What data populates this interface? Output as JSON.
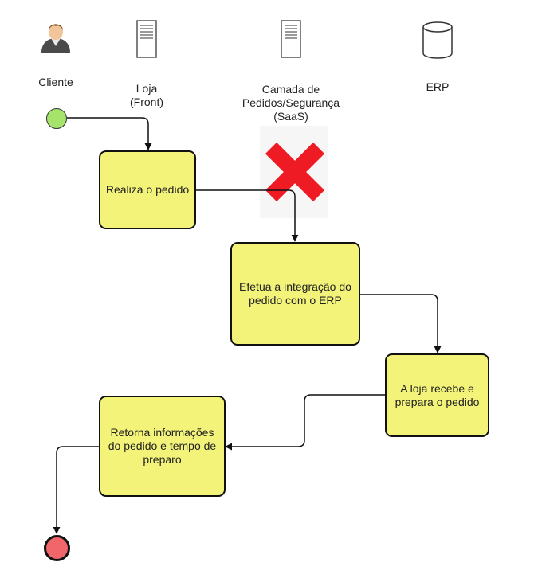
{
  "lanes": [
    {
      "id": "cliente",
      "label": "Cliente",
      "icon": "user-icon"
    },
    {
      "id": "loja",
      "label": "Loja\n(Front)",
      "icon": "server-icon"
    },
    {
      "id": "camada",
      "label": "Camada de\nPedidos/Segurança\n(SaaS)",
      "icon": "server-icon"
    },
    {
      "id": "erp",
      "label": "ERP",
      "icon": "database-icon"
    }
  ],
  "tasks": [
    {
      "id": "t1",
      "label": "Realiza o pedido"
    },
    {
      "id": "t2",
      "label": "Efetua a integração do pedido com o ERP"
    },
    {
      "id": "t3",
      "label": "A loja recebe e prepara o pedido"
    },
    {
      "id": "t4",
      "label": "Retorna informações do pedido e tempo de preparo"
    }
  ],
  "events": {
    "start": {
      "color": "#a5e36b"
    },
    "end": {
      "color": "#f0666a"
    }
  },
  "marker": {
    "icon": "cross-icon",
    "color": "#ee1b24"
  },
  "colors": {
    "task_fill": "#f3f37a",
    "stroke": "#111111"
  }
}
